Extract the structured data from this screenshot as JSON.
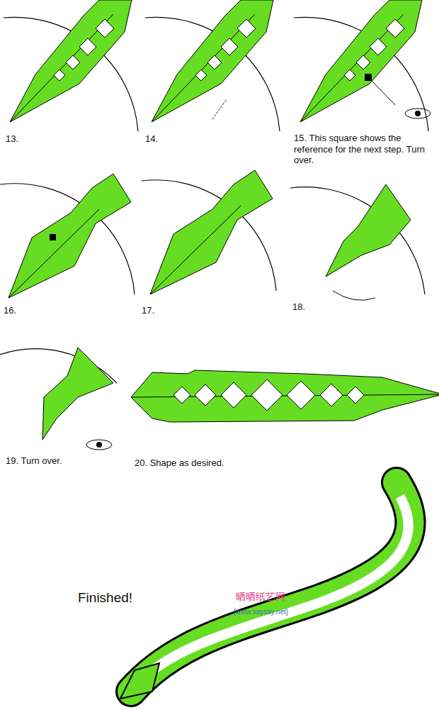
{
  "diagram": {
    "labels": [
      "13.",
      "14.",
      "15. This square shows the reference for the next step. Turn over.",
      "16.",
      "17.",
      "18.",
      "19. Turn over.",
      "20. Shape as desired.",
      "Finished!",
      "晒晒纸艺网",
      "[www.saysay.net]"
    ]
  }
}
